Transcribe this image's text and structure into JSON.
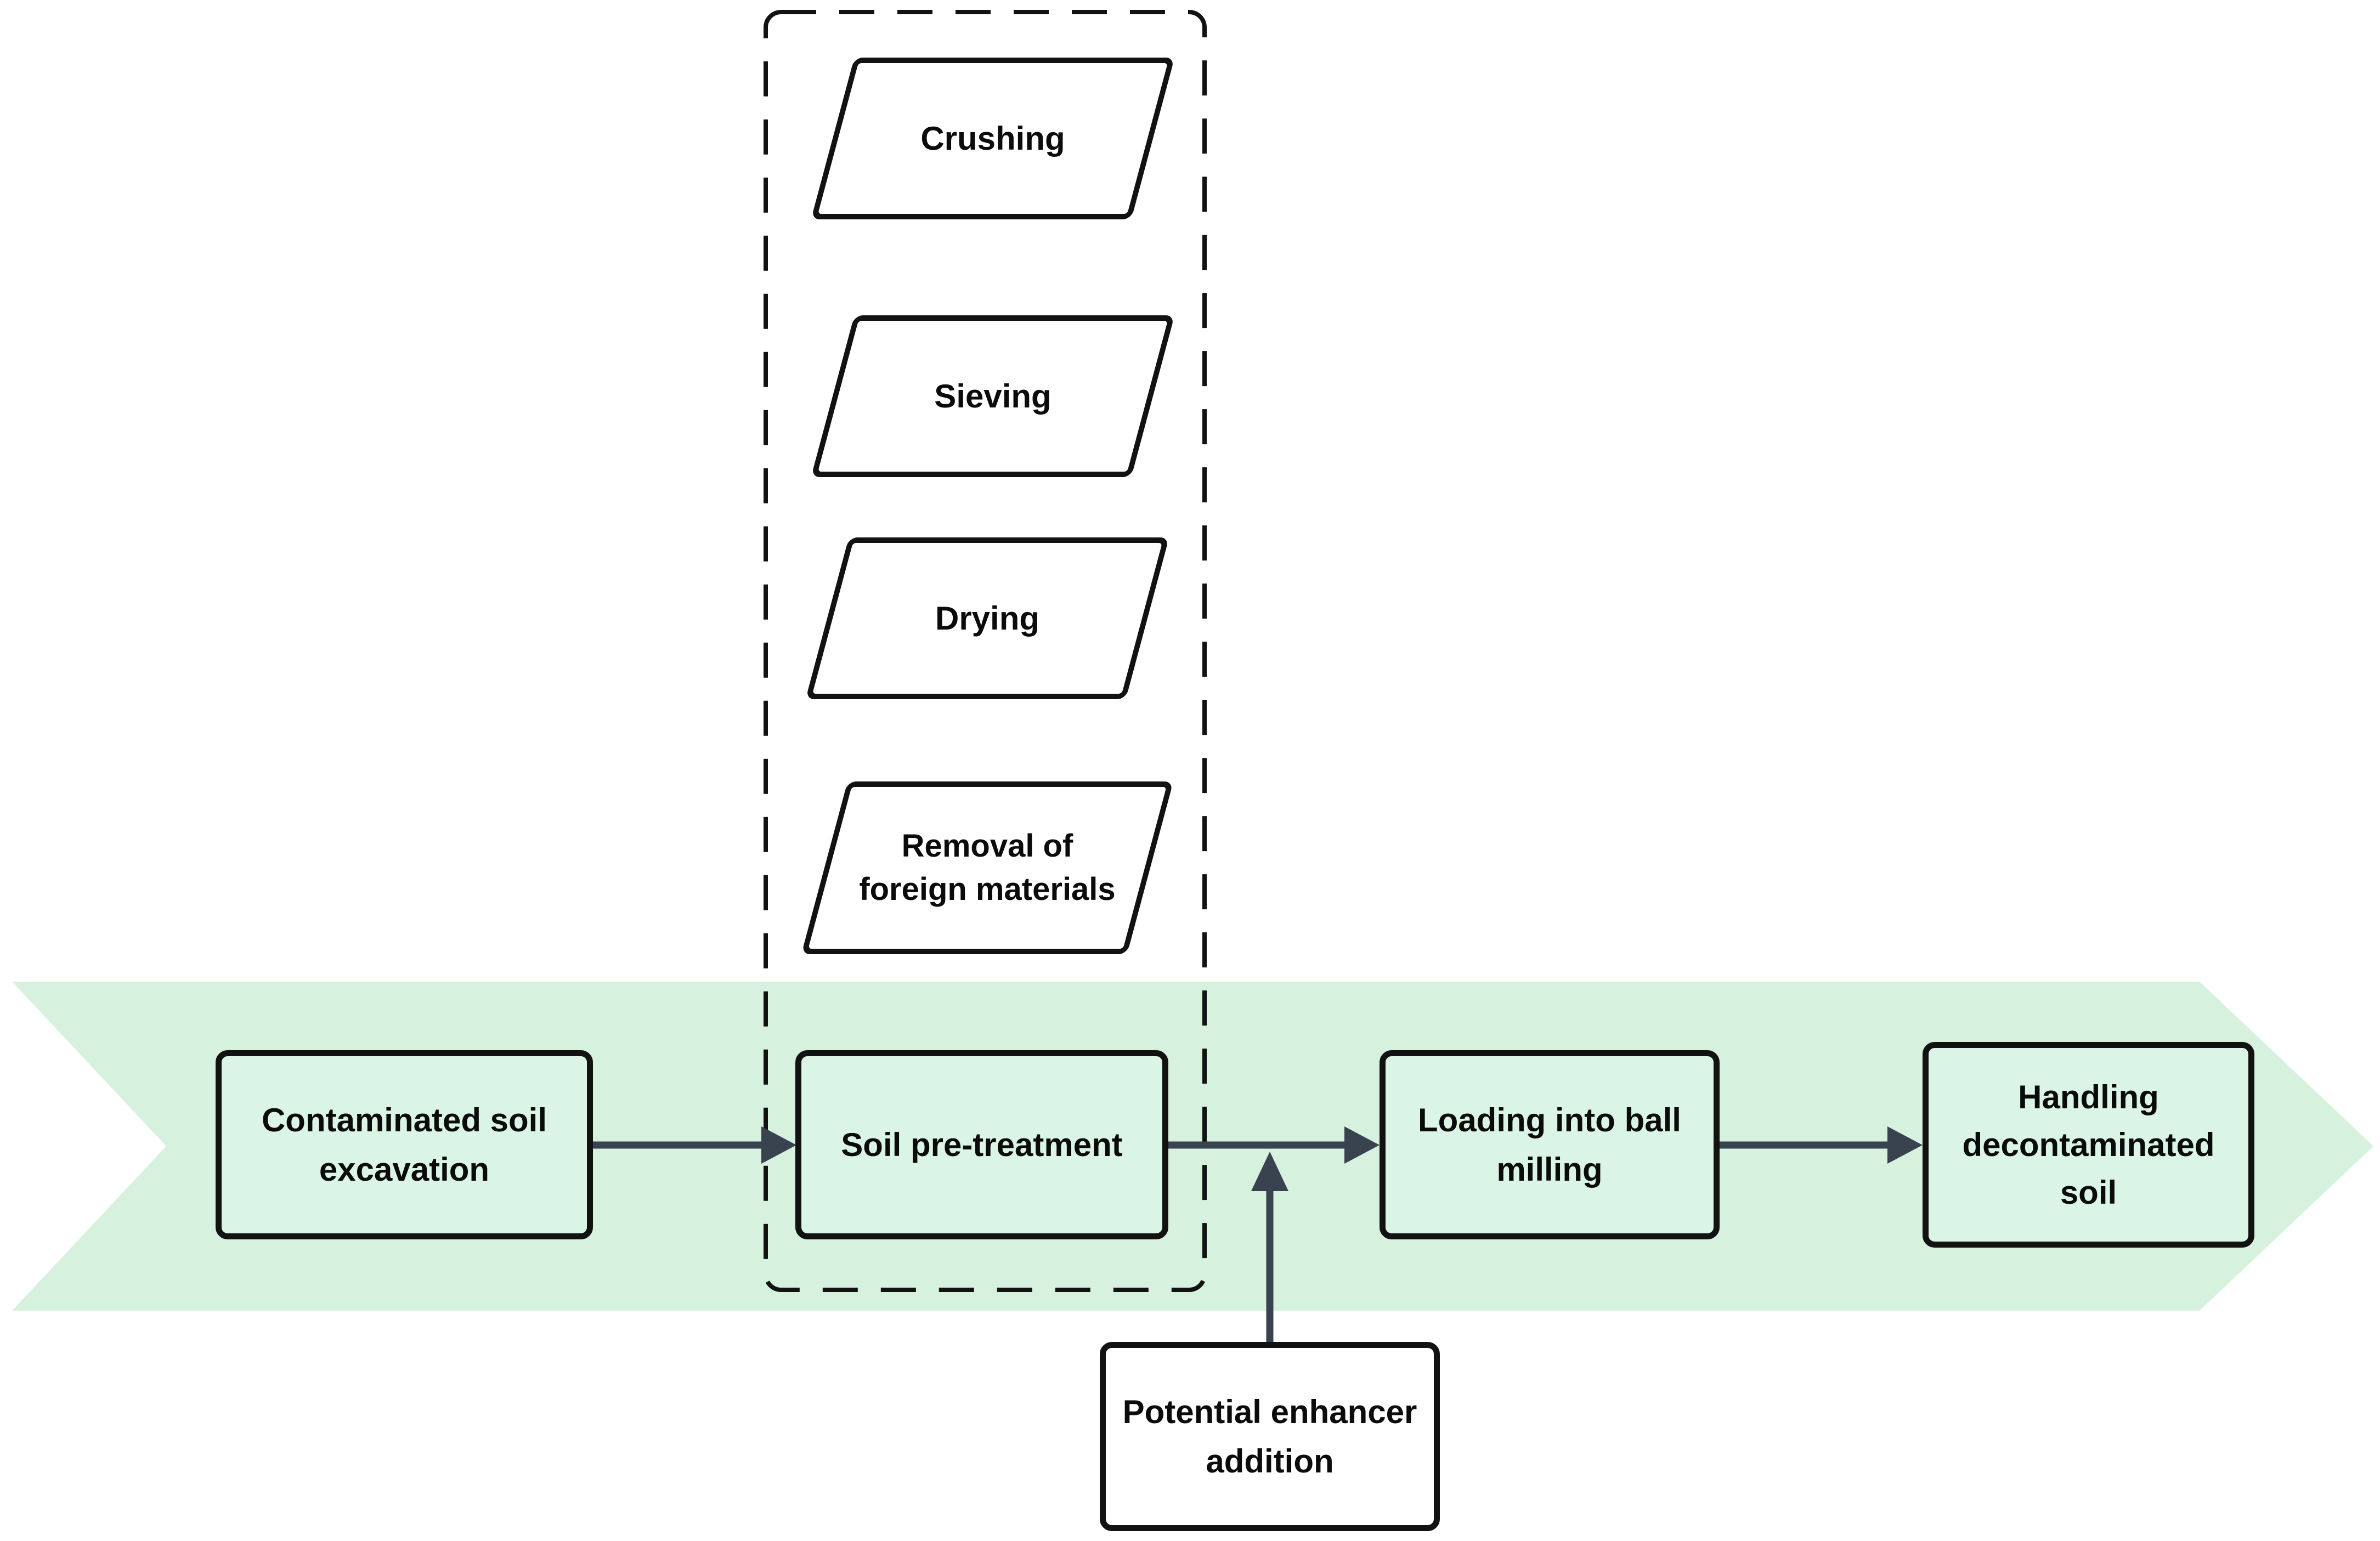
{
  "pretreatment": {
    "steps": [
      {
        "label": "Crushing"
      },
      {
        "label": "Sieving"
      },
      {
        "label": "Drying"
      },
      {
        "label": "Removal of\nforeign materials"
      }
    ]
  },
  "flow": {
    "steps": [
      {
        "label": "Contaminated soil\nexcavation"
      },
      {
        "label": "Soil pre-treatment"
      },
      {
        "label": "Loading into ball\nmilling"
      },
      {
        "label": "Handling\ndecontaminated\nsoil"
      }
    ]
  },
  "enhancer": {
    "label": "Potential enhancer\naddition"
  },
  "colors": {
    "band": "#d6f2df",
    "box-fill": "#daf5e5",
    "arrow": "#39424f",
    "outline": "#121212",
    "text": "#0b0b0b"
  }
}
